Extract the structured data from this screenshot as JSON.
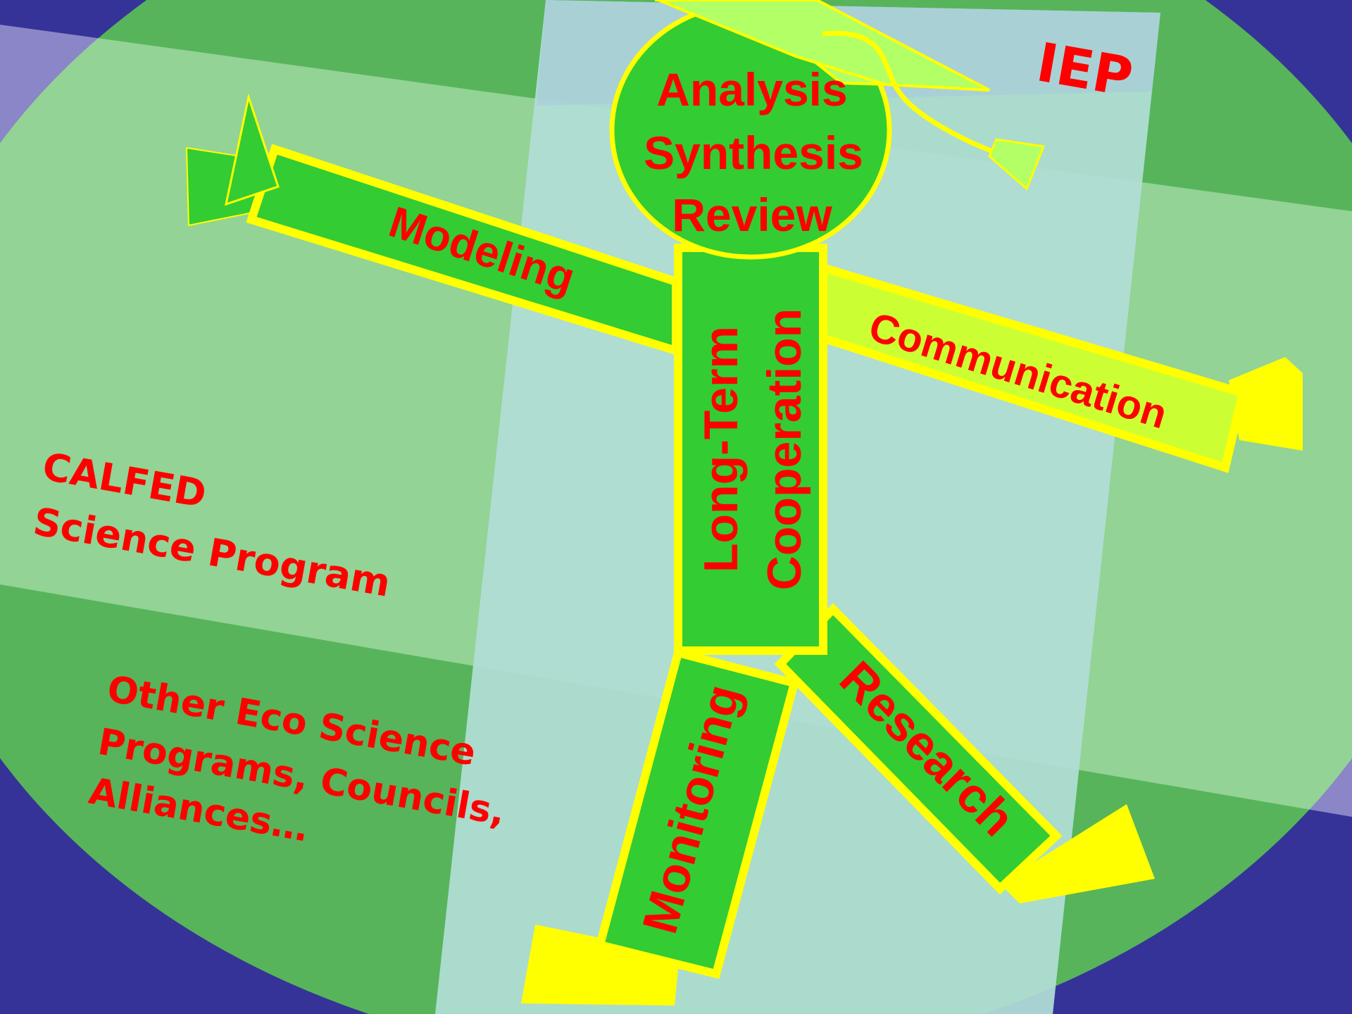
{
  "colors": {
    "background": "#353397",
    "ellipse": "#57b45a",
    "light_band": "#93d395",
    "pale_band": "#b2ded6",
    "figure_green": "#33cc33",
    "figure_outline": "#ffff00",
    "arm_communication": "#ccff33",
    "cap": "#b3ff66",
    "text_red": "#ff0000"
  },
  "figure": {
    "head_lines": [
      "Analysis",
      "Synthesis",
      "Review"
    ],
    "body_lines": [
      "Long-Term",
      "Cooperation"
    ],
    "left_arm": "Modeling",
    "right_arm": "Communication",
    "left_leg": "Monitoring",
    "right_leg": "Research"
  },
  "labels": {
    "iep": "IEP",
    "calfed": [
      "CALFED",
      "Science Program"
    ],
    "other": [
      "Other Eco Science",
      "Programs, Councils,",
      "Alliances…"
    ]
  }
}
